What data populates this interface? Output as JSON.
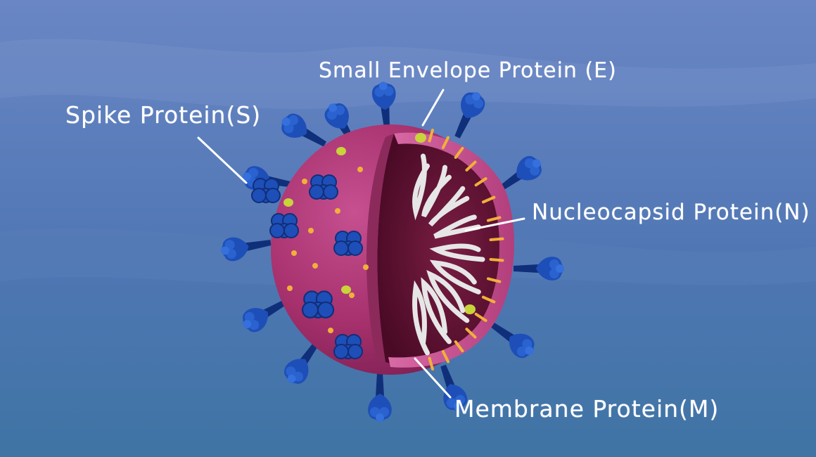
{
  "colors": {
    "background_top": "#6a86c4",
    "background_bottom": "#3f74a4",
    "membrane": "#a8306e",
    "membrane_highlight": "#c9508e",
    "interior": "#5a0f2e",
    "spike": "#1e4fb8",
    "spike_dark": "#102f7a",
    "envelope_protein": "#c8d43a",
    "membrane_protein": "#f0b03a",
    "nucleocapsid": "#e6e6e6",
    "label_text": "#ffffff"
  },
  "labels": {
    "spike": "Spike Protein(S)",
    "envelope": "Small Envelope Protein (E)",
    "nucleocapsid": "Nucleocapsid Protein(N)",
    "membrane": "Membrane Protein(M)"
  },
  "icons": {
    "virus": "coronavirus-cross-section-icon",
    "spike": "spike-protein-icon",
    "envelope": "envelope-protein-icon",
    "membrane": "membrane-protein-icon",
    "nucleocapsid": "nucleocapsid-coil-icon"
  }
}
